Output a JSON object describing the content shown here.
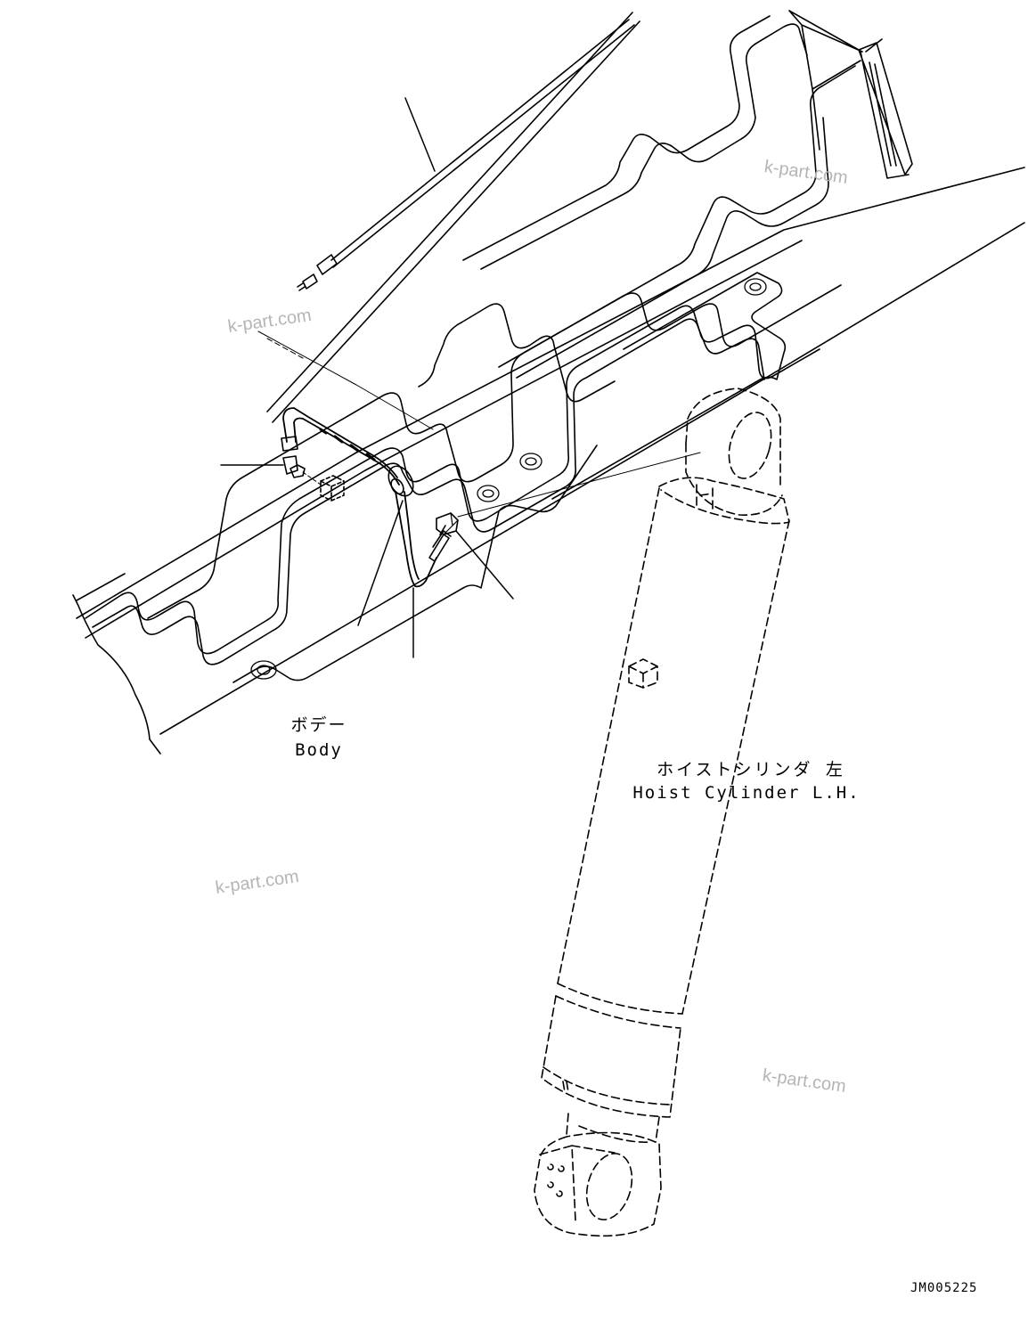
{
  "labels": {
    "body_jp": "ボデー",
    "body_en": "Body",
    "cylinder_jp": "ホイストシリンダ 左",
    "cylinder_en": "Hoist Cylinder L.H."
  },
  "watermark": "k-part.com",
  "drawing_ref": "JM005225",
  "colors": {
    "line": "#000000",
    "watermark": "#b5b5b5",
    "background": "#ffffff"
  }
}
